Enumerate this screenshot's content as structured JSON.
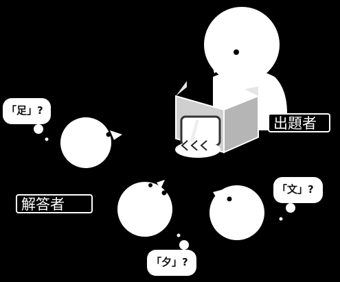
{
  "labels": {
    "examiner": "出題者",
    "answerers": "解答者"
  },
  "bubbles": {
    "left": "「足」?",
    "right": "「文」?",
    "bottom": "「夕」?"
  },
  "colors": {
    "background": "#000000",
    "figure": "#ffffff",
    "screen_light": "#d8d8d8",
    "screen_dark": "#b0b0b0",
    "eye": "#000000"
  }
}
